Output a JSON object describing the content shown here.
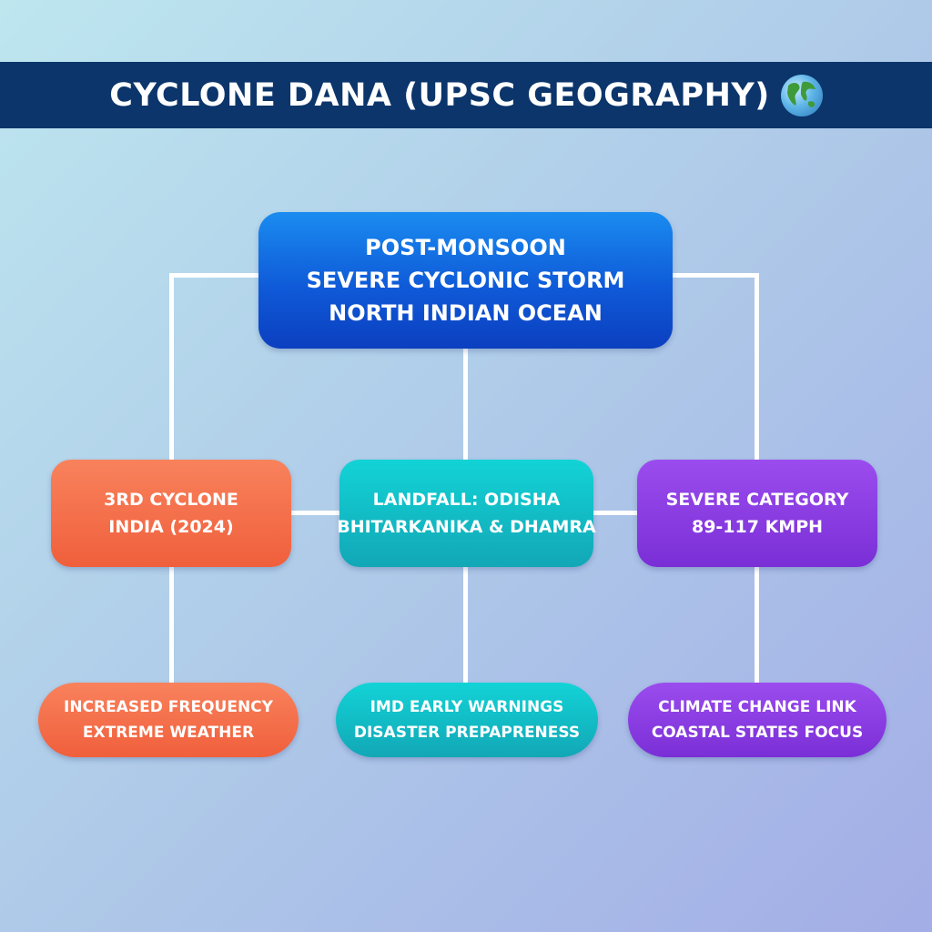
{
  "header": {
    "title": "CYCLONE DANA (UPSC GEOGRAPHY)",
    "icon": "globe-icon"
  },
  "colors": {
    "header_bg": "#0b356b",
    "root": "#0f5ad8",
    "orange": "#f26a45",
    "teal": "#14b9c4",
    "purple": "#8a3be2",
    "connector": "#ffffff"
  },
  "diagram": {
    "root": {
      "lines": [
        "POST-MONSOON",
        "SEVERE CYCLONIC STORM",
        "NORTH INDIAN OCEAN"
      ]
    },
    "middle": [
      {
        "lines": [
          "3RD CYCLONE",
          "INDIA (2024)"
        ],
        "color": "orange"
      },
      {
        "lines": [
          "LANDFALL: ODISHA",
          "BHITARKANIKA & DHAMRA"
        ],
        "color": "teal"
      },
      {
        "lines": [
          "SEVERE CATEGORY",
          "89-117 KMPH"
        ],
        "color": "purple"
      }
    ],
    "bottom": [
      {
        "lines": [
          "INCREASED FREQUENCY",
          "EXTREME WEATHER"
        ],
        "color": "orange"
      },
      {
        "lines": [
          "IMD EARLY WARNINGS",
          "DISASTER PREPAPRENESS"
        ],
        "color": "teal"
      },
      {
        "lines": [
          "CLIMATE CHANGE LINK",
          "COASTAL STATES FOCUS"
        ],
        "color": "purple"
      }
    ]
  }
}
